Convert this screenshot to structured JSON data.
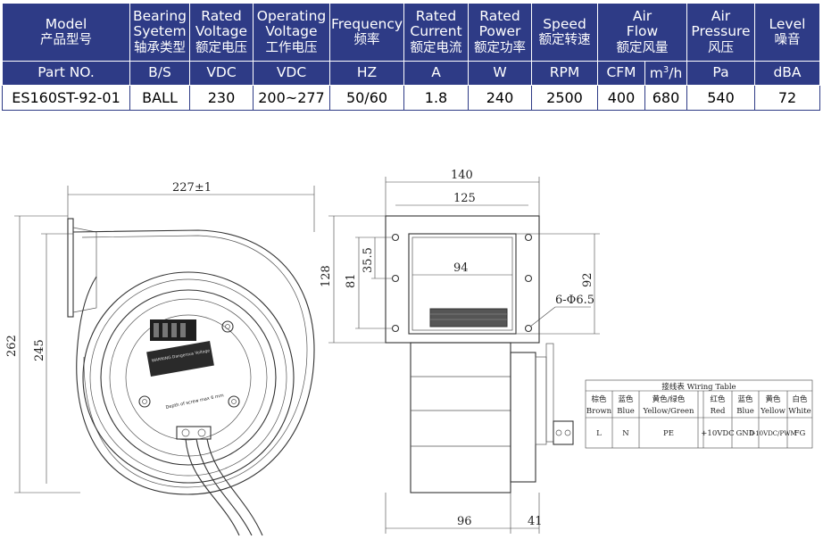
{
  "header_row1": [
    {
      "en": [
        "Model"
      ],
      "cn": "产品型号"
    },
    {
      "en": [
        "Bearing",
        "Syetem"
      ],
      "cn": "轴承类型"
    },
    {
      "en": [
        "Rated",
        "Voltage"
      ],
      "cn": "额定电压"
    },
    {
      "en": [
        "Operating",
        "Voltage"
      ],
      "cn": "工作电压"
    },
    {
      "en": [
        "Frequency"
      ],
      "cn": "频率"
    },
    {
      "en": [
        "Rated",
        "Current"
      ],
      "cn": "额定电流"
    },
    {
      "en": [
        "Rated",
        "Power"
      ],
      "cn": "额定功率"
    },
    {
      "en": [
        "Speed"
      ],
      "cn": "额定转速"
    },
    {
      "en": [
        "Air",
        "Flow"
      ],
      "cn": "额定风量"
    },
    {
      "en": [
        "Air",
        "Pressure"
      ],
      "cn": "风压"
    },
    {
      "en": [
        "Level"
      ],
      "cn": "噪音"
    }
  ],
  "header_row2": [
    "Part NO.",
    "B/S",
    "VDC",
    "VDC",
    "HZ",
    "A",
    "W",
    "RPM",
    "CFM",
    "m",
    "Pa",
    "dBA"
  ],
  "m3h": {
    "sup": "3",
    "suffix": "/h"
  },
  "data_row": [
    "ES160ST-92-01",
    "BALL",
    "230",
    "200~277",
    "50/60",
    "1.8",
    "240",
    "2500",
    "400",
    "680",
    "540",
    "72"
  ],
  "dimensions": {
    "width_top": "227±1",
    "height_outer": "262",
    "height_inner": "245",
    "side_width": "140",
    "side_inner": "125",
    "side_height": "128",
    "hole_v": "81",
    "hole_small": "35.5",
    "outlet_w": "94",
    "outlet_h": "92",
    "holes": "6-Φ6.5",
    "bottom_left": "96",
    "bottom_right": "41"
  },
  "wiring_table": {
    "title": "接线表 Wiring Table",
    "colors_cn": [
      "棕色",
      "蓝色",
      "黄色/绿色",
      "红色",
      "蓝色",
      "黄色",
      "白色"
    ],
    "colors_en": [
      "Brown",
      "Blue",
      "Yellow/Green",
      "Red",
      "Blue",
      "Yellow",
      "White"
    ],
    "signals": [
      "L",
      "N",
      "PE",
      "+10VDC",
      "GND",
      "0-10VDC/PWM",
      "FG"
    ]
  },
  "label_text": [
    "WARNING Dangerous Voltage",
    "Depth of screw max 6 mm"
  ],
  "colors": {
    "header_bg": "#2e3b86",
    "header_text": "#ffffff"
  }
}
